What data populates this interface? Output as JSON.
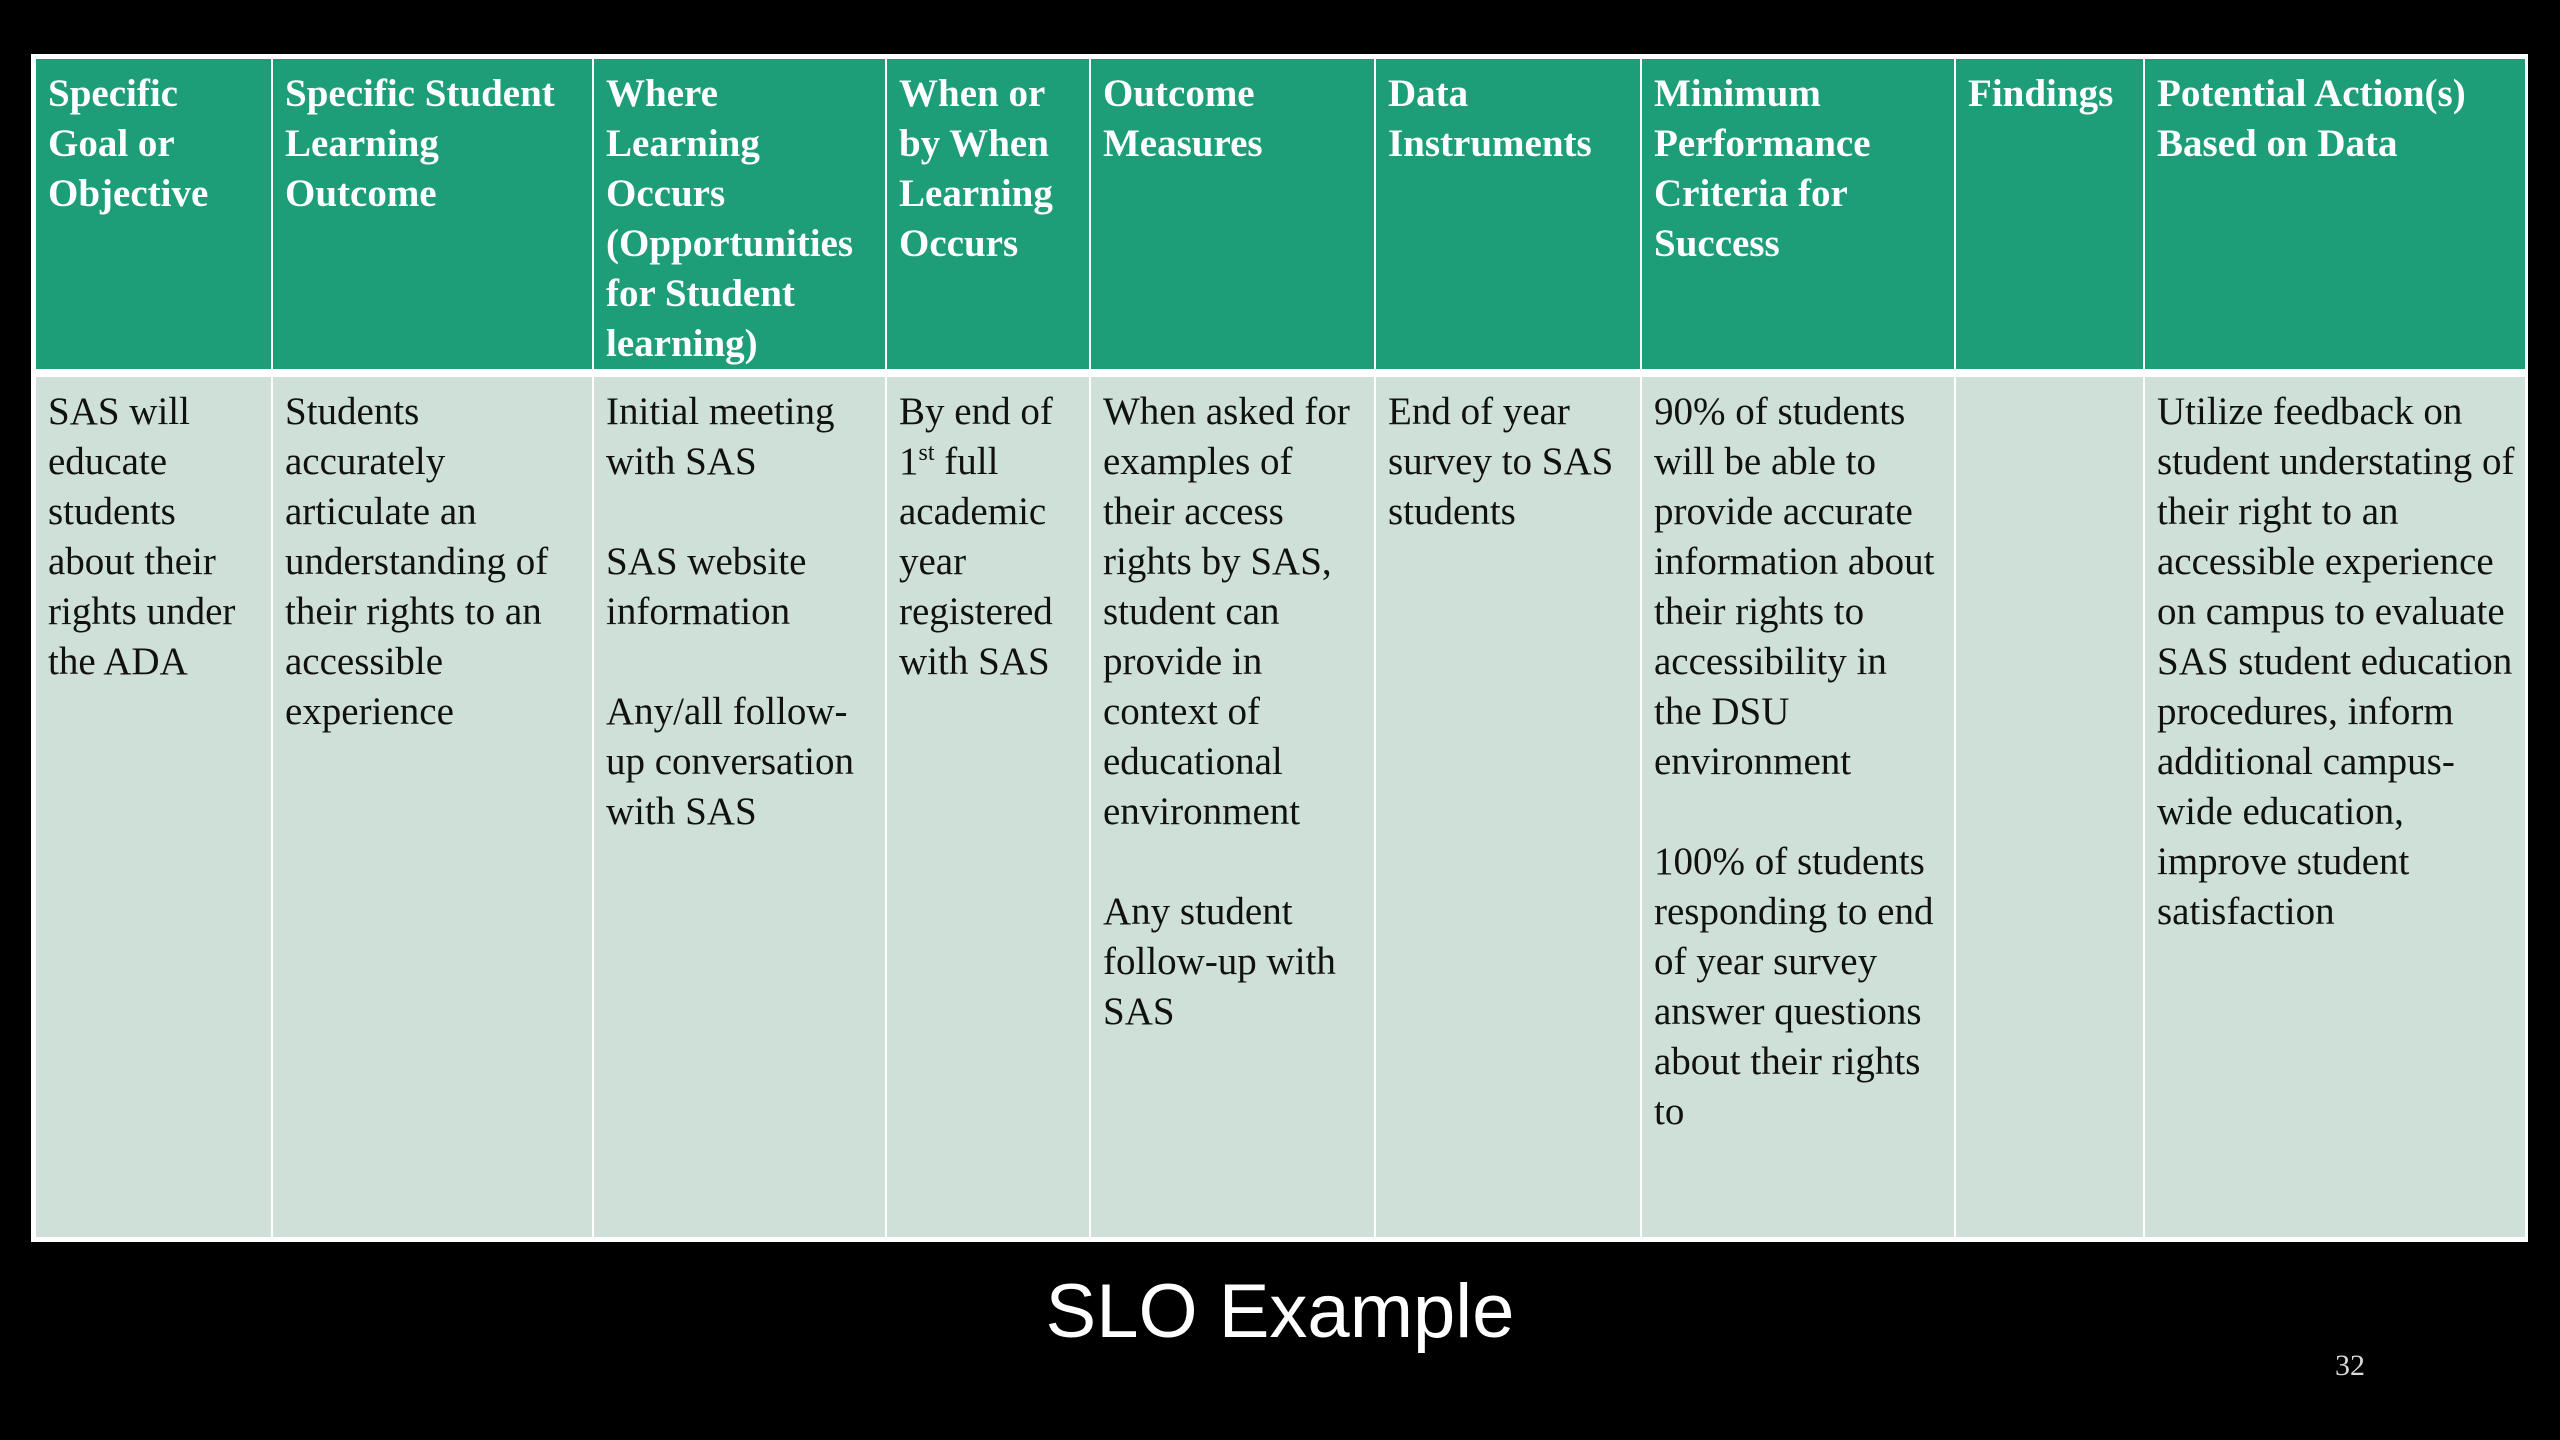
{
  "table": {
    "headers": [
      "Specific Goal or Objective",
      "Specific Student Learning Outcome",
      "Where Learning Occurs (Opportunities for Student learning)",
      "When or by When Learning Occurs",
      "Outcome Measures",
      "Data Instruments",
      "Minimum Performance Criteria for Success",
      "Findings",
      "Potential Action(s) Based on Data"
    ],
    "row": {
      "goal": "SAS will educate students about their rights under the ADA",
      "slo": "Students accurately articulate an understanding of their rights to an accessible experience",
      "where": [
        "Initial meeting with SAS",
        "SAS website information",
        "Any/all follow-up conversation with SAS"
      ],
      "when": {
        "prefix": "By end of 1",
        "ordinal": "st",
        "suffix": " full academic year registered with SAS"
      },
      "measures": [
        "When asked for examples of their access rights by SAS, student can provide in context of educational environment",
        "Any student follow-up with SAS"
      ],
      "instruments": "End of year survey to SAS students",
      "criteria": [
        "90% of students will be able to provide accurate information about their rights to accessibility in the DSU environment",
        "100% of students responding to end of year survey answer questions about their rights to"
      ],
      "findings": "",
      "actions": "Utilize feedback on student understating of their right to an accessible experience on campus to evaluate SAS student education procedures, inform additional campus-wide education, improve student satisfaction"
    }
  },
  "slide": {
    "title": "SLO Example",
    "page_number": "32"
  }
}
